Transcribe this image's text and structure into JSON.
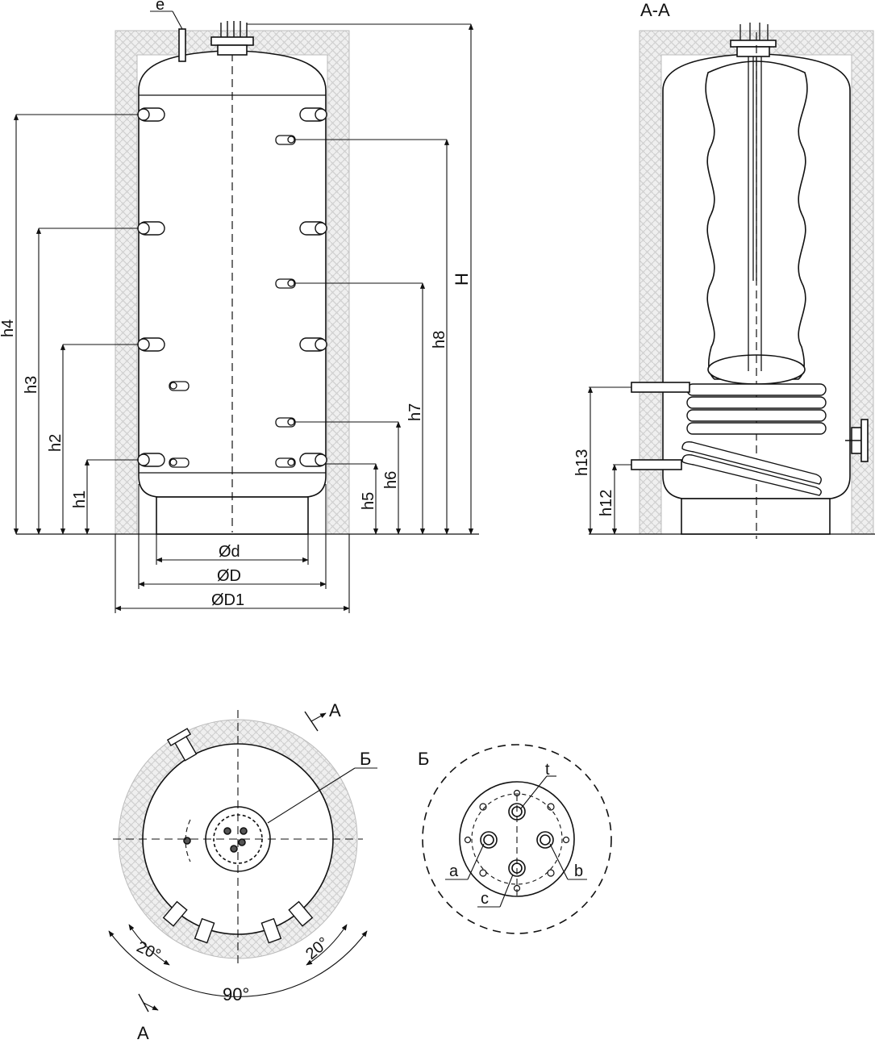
{
  "labels": {
    "e": "e",
    "H": "H",
    "h1": "h1",
    "h2": "h2",
    "h3": "h3",
    "h4": "h4",
    "h5": "h5",
    "h6": "h6",
    "h7": "h7",
    "h8": "h8",
    "h12": "h12",
    "h13": "h13",
    "d": "Ød",
    "D": "ØD",
    "D1": "ØD1",
    "section_AA": "A-A",
    "cut_A_top": "A",
    "cut_A_bottom": "A",
    "detail_B_ref": "Б",
    "detail_B_title": "Б",
    "angle_left": "20°",
    "angle_right": "20°",
    "angle_total": "90°",
    "port_a": "a",
    "port_b": "b",
    "port_c": "c",
    "port_t": "t"
  }
}
